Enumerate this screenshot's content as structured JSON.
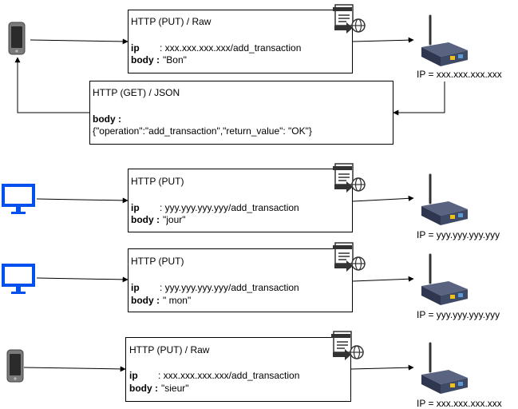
{
  "flows": [
    {
      "title": "HTTP (PUT) / Raw",
      "ip_label": "ip",
      "ip_value": ": xxx.xxx.xxx.xxx/add_transaction",
      "body_label": "body :",
      "body_value": " \"Bon\"",
      "client_icon": "smartphone-icon",
      "device_ip": "IP = xxx.xxx.xxx.xxx",
      "response": {
        "title": "HTTP (GET) / JSON",
        "body_label": "body :",
        "body_value": "{\"operation\":\"add_transaction\",\"return_value\": \"OK\"}"
      }
    },
    {
      "title": "HTTP (PUT)",
      "ip_label": "ip",
      "ip_value": ": yyy.yyy.yyy.yyy/add_transaction",
      "body_label": "body :",
      "body_value": " \"jour\"",
      "client_icon": "monitor-icon",
      "device_ip": "IP = yyy.yyy.yyy.yyy"
    },
    {
      "title": "HTTP (PUT)",
      "ip_label": "ip",
      "ip_value": ": yyy.yyy.yyy.yyy/add_transaction",
      "body_label": "body :",
      "body_value": " \" mon\"",
      "client_icon": "monitor-icon",
      "device_ip": "IP = yyy.yyy.yyy.yyy"
    },
    {
      "title": "HTTP (PUT) / Raw",
      "ip_label": "ip",
      "ip_value": ": xxx.xxx.xxx.xxx/add_transaction",
      "body_label": "body :",
      "body_value": " \"sieur\"",
      "client_icon": "smartphone-icon",
      "device_ip": "IP = xxx.xxx.xxx.xxx"
    }
  ],
  "icons": {
    "request": "web-request-icon",
    "device": "wifi-router-icon"
  },
  "colors": {
    "monitor": "#0050ef",
    "phone": "#666666",
    "router_body": "#3f4a66",
    "router_light": "#eec21c"
  }
}
